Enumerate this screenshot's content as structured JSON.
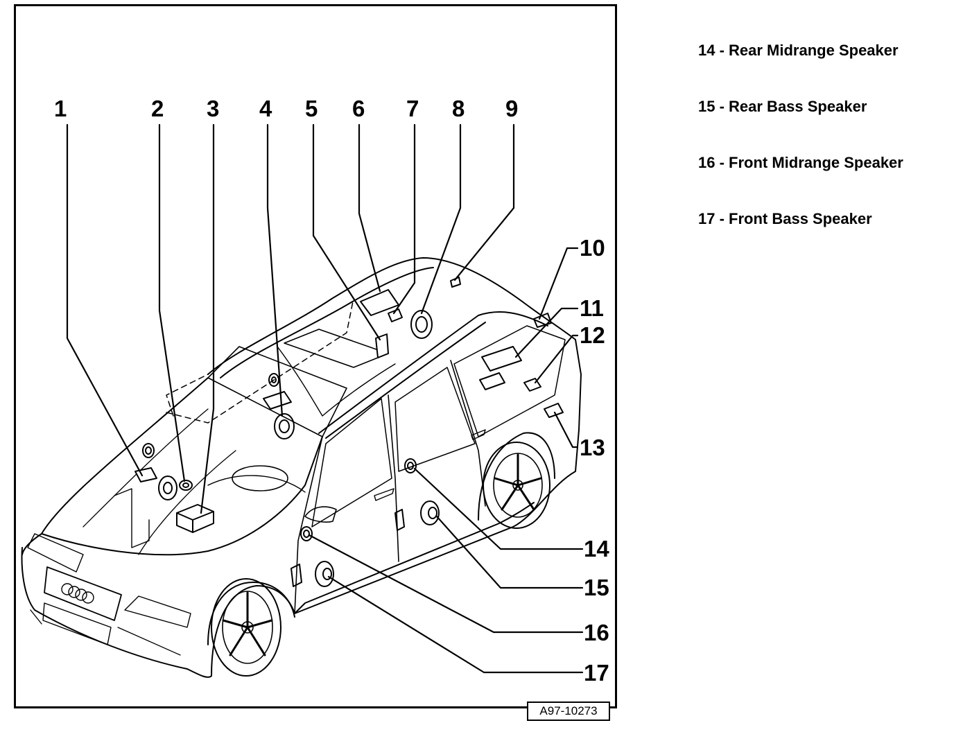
{
  "legend": [
    {
      "number": "14",
      "label": "Rear Midrange Speaker"
    },
    {
      "number": "15",
      "label": "Rear Bass Speaker"
    },
    {
      "number": "16",
      "label": "Front Midrange Speaker"
    },
    {
      "number": "17",
      "label": "Front Bass Speaker"
    }
  ],
  "legend_text": [
    "14 - Rear Midrange Speaker",
    "15 - Rear Bass Speaker",
    "16 - Front Midrange Speaker",
    "17 - Front Bass Speaker"
  ],
  "callouts": [
    "1",
    "2",
    "3",
    "4",
    "5",
    "6",
    "7",
    "8",
    "9",
    "10",
    "11",
    "12",
    "13",
    "14",
    "15",
    "16",
    "17"
  ],
  "figure_ref": "A97-10273"
}
